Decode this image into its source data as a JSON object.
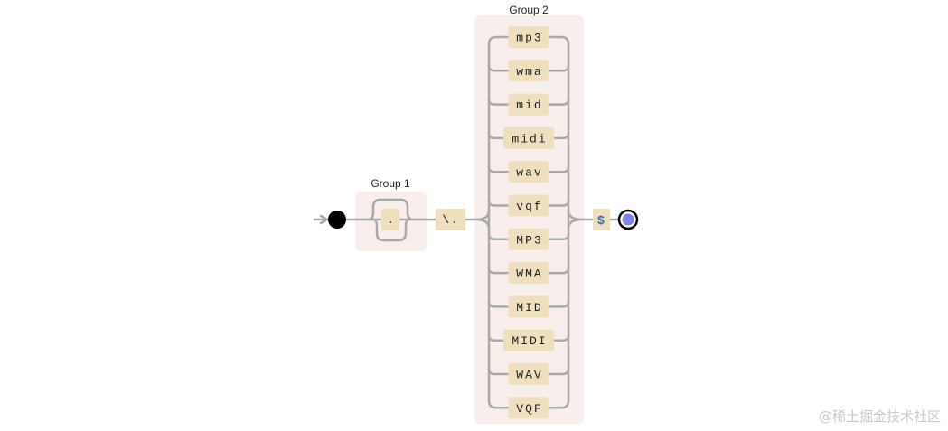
{
  "diagram": {
    "group1": {
      "label": "Group 1",
      "token": "."
    },
    "escaped_dot": "\\.",
    "group2": {
      "label": "Group 2",
      "options": [
        "mp3",
        "wma",
        "mid",
        "midi",
        "wav",
        "vqf",
        "MP3",
        "WMA",
        "MID",
        "MIDI",
        "WAV",
        "VQF"
      ]
    },
    "end_anchor": "$",
    "colors": {
      "rail": "#a9a9a9",
      "token_bg": "#eedfbf",
      "group_bg": "#f8eeec",
      "start_node": "#000000",
      "end_node_fill": "#7a86e8"
    }
  },
  "watermark": "@稀土掘金技术社区"
}
